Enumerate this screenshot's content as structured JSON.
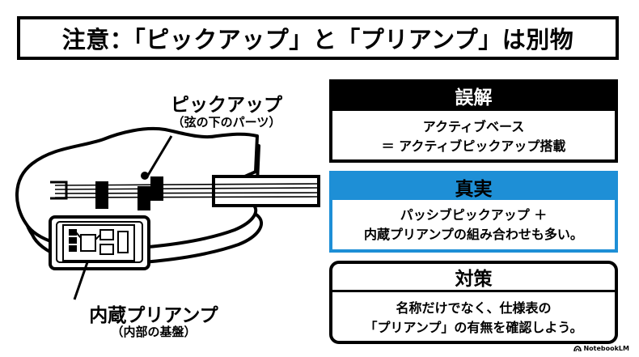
{
  "title": "注意：「ピックアップ」と「プリアンプ」は別物",
  "labels": {
    "pickup": "ピックアップ",
    "pickup_sub": "（弦の下のパーツ）",
    "preamp": "内蔵プリアンプ",
    "preamp_sub": "（内部の基盤）"
  },
  "cards": [
    {
      "heading": "誤解",
      "lines": [
        "アクティブベース",
        "＝ アクティブピックアップ搭載"
      ]
    },
    {
      "heading": "真実",
      "lines": [
        "パッシブピックアップ ＋",
        "内蔵プリアンプの組み合わせも多い。"
      ]
    },
    {
      "heading": "対策",
      "lines": [
        "名称だけでなく、仕様表の",
        "「プリアンプ」の有無を確認しよう。"
      ]
    }
  ],
  "brand": "NotebookLM",
  "colors": {
    "accent": "#1e8fd6",
    "ink": "#000000",
    "paper": "#ffffff"
  }
}
